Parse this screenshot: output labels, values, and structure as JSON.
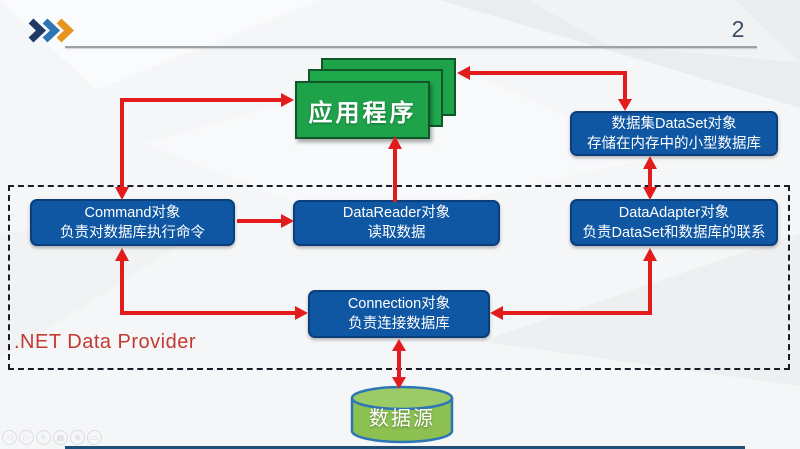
{
  "header": {
    "page_number": "2",
    "logo_chevrons": [
      {
        "name": "chevron-navy",
        "color": "#1f3864"
      },
      {
        "name": "chevron-blue",
        "color": "#2e75b6"
      },
      {
        "name": "chevron-orange",
        "color": "#e8951f"
      }
    ]
  },
  "diagram": {
    "application_box": {
      "label": "应用程序"
    },
    "dataset_box": {
      "line1": "数据集DataSet对象",
      "line2": "存储在内存中的小型数据库"
    },
    "command_box": {
      "line1": "Command对象",
      "line2": "负责对数据库执行命令"
    },
    "datareader_box": {
      "line1": "DataReader对象",
      "line2": "读取数据"
    },
    "dataadapter_box": {
      "line1": "DataAdapter对象",
      "line2": "负责DataSet和数据库的联系"
    },
    "connection_box": {
      "line1": "Connection对象",
      "line2": "负责连接数据库"
    },
    "provider_label": ".NET Data Provider",
    "datasource_cylinder": {
      "label": "数据源"
    }
  },
  "presenter_controls": [
    {
      "name": "prev-slide",
      "glyph": "◁"
    },
    {
      "name": "next-slide",
      "glyph": "▷"
    },
    {
      "name": "pen",
      "glyph": "✎"
    },
    {
      "name": "grid",
      "glyph": "▦"
    },
    {
      "name": "zoom",
      "glyph": "⊕"
    },
    {
      "name": "notes",
      "glyph": "▭"
    }
  ],
  "colors": {
    "box_blue": "#0f57a3",
    "box_blue_border": "#0a3e7d",
    "app_green": "#1ea24a",
    "cylinder_green": "#8cc152",
    "cylinder_border": "#2e75b6",
    "arrow_red": "#e21c1c",
    "provider_label_red": "#c23a32",
    "dashed_frame": "#171c26",
    "page_number_gray": "#3d4d63",
    "bottom_bar_navy": "#1f4e79"
  }
}
